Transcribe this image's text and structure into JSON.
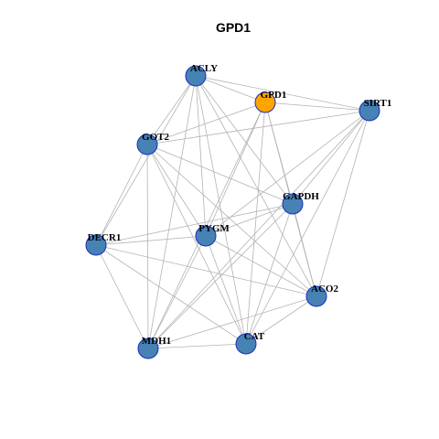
{
  "title": "GPD1",
  "colors": {
    "node_fill": "#4682b4",
    "highlight_fill": "#ffa500",
    "node_border": "#1a2fbf",
    "edge": "#b3b3b3"
  },
  "nodes": [
    {
      "id": "ACLY",
      "label": "ACLY",
      "highlight": false
    },
    {
      "id": "GPD1",
      "label": "GPD1",
      "highlight": true
    },
    {
      "id": "SIRT1",
      "label": "SIRT1",
      "highlight": false
    },
    {
      "id": "GOT2",
      "label": "GOT2",
      "highlight": false
    },
    {
      "id": "GAPDH",
      "label": "GAPDH",
      "highlight": false
    },
    {
      "id": "PYGM",
      "label": "PYGM",
      "highlight": false
    },
    {
      "id": "DECR1",
      "label": "DECR1",
      "highlight": false
    },
    {
      "id": "ACO2",
      "label": "ACO2",
      "highlight": false
    },
    {
      "id": "CAT",
      "label": "CAT",
      "highlight": false
    },
    {
      "id": "MDH1",
      "label": "MDH1",
      "highlight": false
    }
  ],
  "edges": [
    [
      "ACLY",
      "GPD1"
    ],
    [
      "ACLY",
      "SIRT1"
    ],
    [
      "ACLY",
      "GOT2"
    ],
    [
      "ACLY",
      "GAPDH"
    ],
    [
      "ACLY",
      "PYGM"
    ],
    [
      "ACLY",
      "DECR1"
    ],
    [
      "ACLY",
      "ACO2"
    ],
    [
      "ACLY",
      "CAT"
    ],
    [
      "ACLY",
      "MDH1"
    ],
    [
      "GPD1",
      "SIRT1"
    ],
    [
      "GPD1",
      "GOT2"
    ],
    [
      "GPD1",
      "GAPDH"
    ],
    [
      "GPD1",
      "PYGM"
    ],
    [
      "GPD1",
      "ACO2"
    ],
    [
      "GPD1",
      "CAT"
    ],
    [
      "GPD1",
      "MDH1"
    ],
    [
      "SIRT1",
      "GOT2"
    ],
    [
      "SIRT1",
      "GAPDH"
    ],
    [
      "SIRT1",
      "PYGM"
    ],
    [
      "SIRT1",
      "ACO2"
    ],
    [
      "SIRT1",
      "CAT"
    ],
    [
      "SIRT1",
      "MDH1"
    ],
    [
      "GOT2",
      "GAPDH"
    ],
    [
      "GOT2",
      "PYGM"
    ],
    [
      "GOT2",
      "DECR1"
    ],
    [
      "GOT2",
      "ACO2"
    ],
    [
      "GOT2",
      "CAT"
    ],
    [
      "GOT2",
      "MDH1"
    ],
    [
      "GAPDH",
      "PYGM"
    ],
    [
      "GAPDH",
      "DECR1"
    ],
    [
      "GAPDH",
      "ACO2"
    ],
    [
      "GAPDH",
      "CAT"
    ],
    [
      "GAPDH",
      "MDH1"
    ],
    [
      "PYGM",
      "DECR1"
    ],
    [
      "PYGM",
      "ACO2"
    ],
    [
      "PYGM",
      "CAT"
    ],
    [
      "PYGM",
      "MDH1"
    ],
    [
      "DECR1",
      "ACO2"
    ],
    [
      "DECR1",
      "CAT"
    ],
    [
      "DECR1",
      "MDH1"
    ],
    [
      "ACO2",
      "CAT"
    ],
    [
      "ACO2",
      "MDH1"
    ],
    [
      "CAT",
      "MDH1"
    ]
  ]
}
